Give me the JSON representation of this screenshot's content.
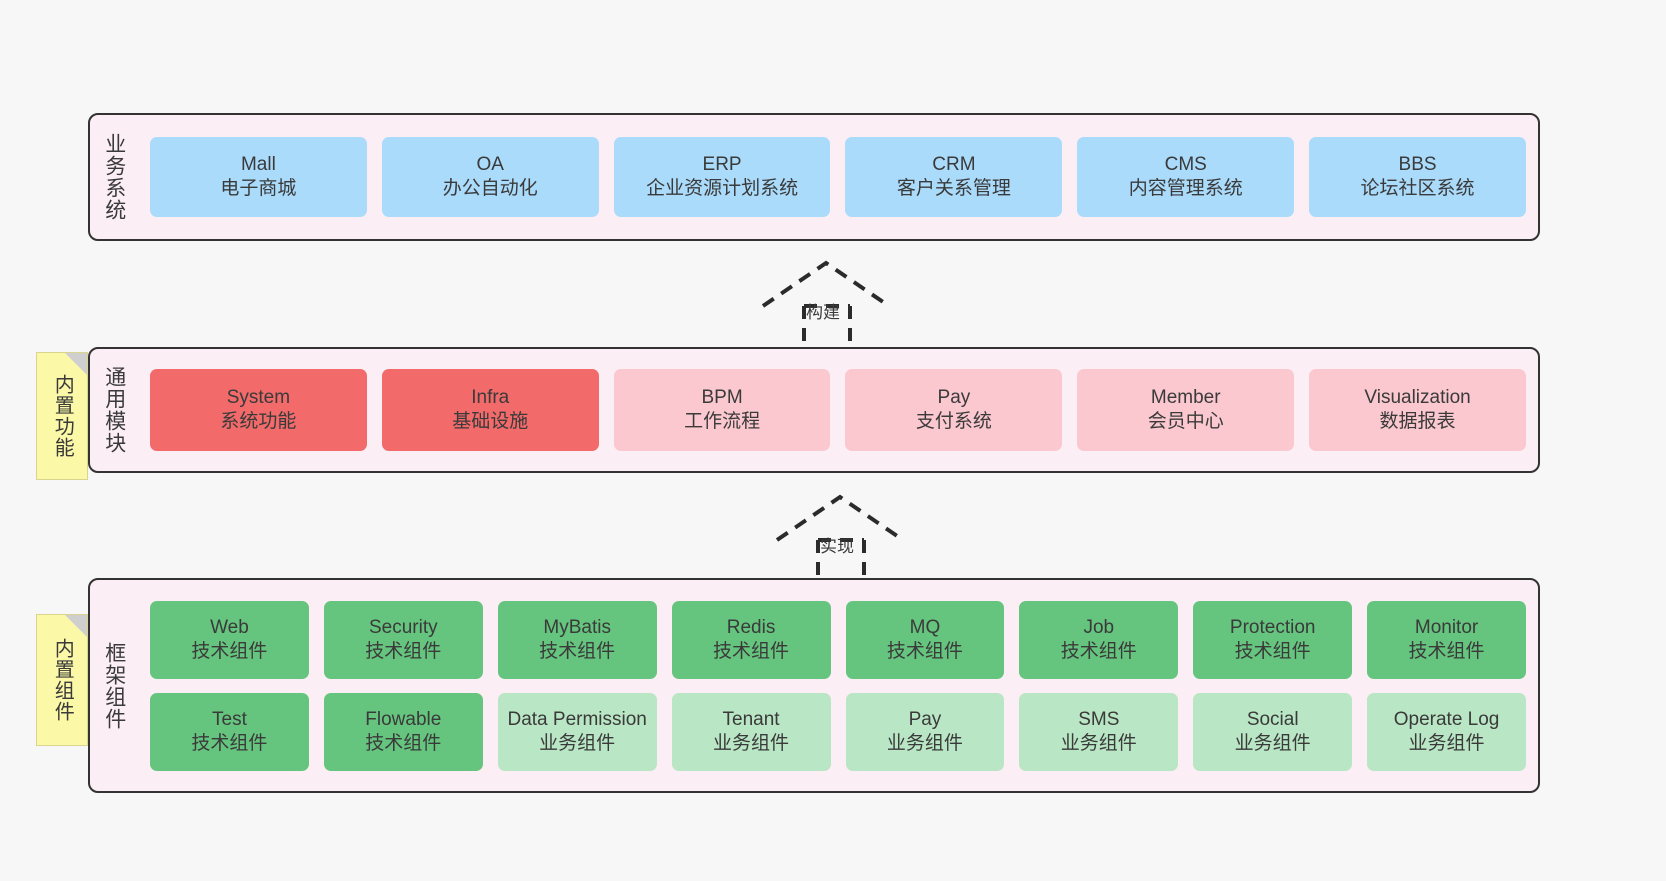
{
  "diagram": {
    "background_color": "#f7f7f7",
    "panel_color": "#fbeef5",
    "note_color": "#fbf9a8"
  },
  "layers": [
    {
      "id": "business-systems",
      "title": "业务系统",
      "note": null,
      "rows": [
        [
          {
            "en": "Mall",
            "cn": "电子商城",
            "color": "#aadbfb"
          },
          {
            "en": "OA",
            "cn": "办公自动化",
            "color": "#aadbfb"
          },
          {
            "en": "ERP",
            "cn": "企业资源计划系统",
            "color": "#aadbfb"
          },
          {
            "en": "CRM",
            "cn": "客户关系管理",
            "color": "#aadbfb"
          },
          {
            "en": "CMS",
            "cn": "内容管理系统",
            "color": "#aadbfb"
          },
          {
            "en": "BBS",
            "cn": "论坛社区系统",
            "color": "#aadbfb"
          }
        ]
      ]
    },
    {
      "id": "common-modules",
      "title": "通用模块",
      "note": "内置功能",
      "rows": [
        [
          {
            "en": "System",
            "cn": "系统功能",
            "color": "#f26a6a"
          },
          {
            "en": "Infra",
            "cn": "基础设施",
            "color": "#f26a6a"
          },
          {
            "en": "BPM",
            "cn": "工作流程",
            "color": "#fbc8cf"
          },
          {
            "en": "Pay",
            "cn": "支付系统",
            "color": "#fbc8cf"
          },
          {
            "en": "Member",
            "cn": "会员中心",
            "color": "#fbc8cf"
          },
          {
            "en": "Visualization",
            "cn": "数据报表",
            "color": "#fbc8cf"
          }
        ]
      ]
    },
    {
      "id": "framework-components",
      "title": "框架组件",
      "note": "内置组件",
      "rows": [
        [
          {
            "en": "Web",
            "cn": "技术组件",
            "color": "#65c57e"
          },
          {
            "en": "Security",
            "cn": "技术组件",
            "color": "#65c57e"
          },
          {
            "en": "MyBatis",
            "cn": "技术组件",
            "color": "#65c57e"
          },
          {
            "en": "Redis",
            "cn": "技术组件",
            "color": "#65c57e"
          },
          {
            "en": "MQ",
            "cn": "技术组件",
            "color": "#65c57e"
          },
          {
            "en": "Job",
            "cn": "技术组件",
            "color": "#65c57e"
          },
          {
            "en": "Protection",
            "cn": "技术组件",
            "color": "#65c57e"
          },
          {
            "en": "Monitor",
            "cn": "技术组件",
            "color": "#65c57e"
          }
        ],
        [
          {
            "en": "Test",
            "cn": "技术组件",
            "color": "#65c57e"
          },
          {
            "en": "Flowable",
            "cn": "技术组件",
            "color": "#65c57e"
          },
          {
            "en": "Data Permission",
            "cn": "业务组件",
            "color": "#b9e6c4"
          },
          {
            "en": "Tenant",
            "cn": "业务组件",
            "color": "#b9e6c4"
          },
          {
            "en": "Pay",
            "cn": "业务组件",
            "color": "#b9e6c4"
          },
          {
            "en": "SMS",
            "cn": "业务组件",
            "color": "#b9e6c4"
          },
          {
            "en": "Social",
            "cn": "业务组件",
            "color": "#b9e6c4"
          },
          {
            "en": "Operate Log",
            "cn": "业务组件",
            "color": "#b9e6c4"
          }
        ]
      ]
    }
  ],
  "connectors": [
    {
      "id": "build",
      "label": "构建"
    },
    {
      "id": "implement",
      "label": "实现"
    }
  ]
}
